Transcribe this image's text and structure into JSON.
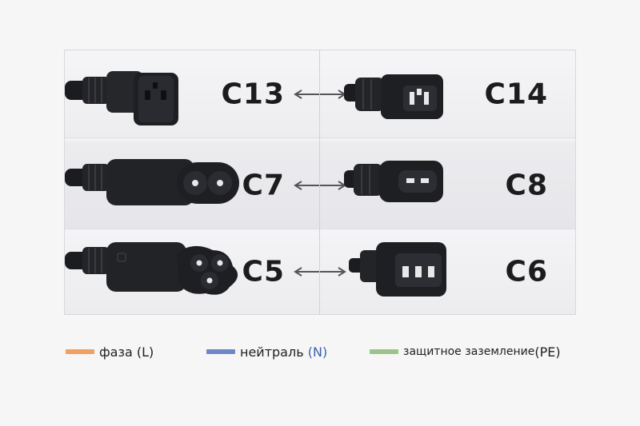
{
  "rows": [
    {
      "left": {
        "label": "C13",
        "icon": "c13-connector-icon"
      },
      "right": {
        "label": "C14",
        "icon": "c14-connector-icon"
      }
    },
    {
      "left": {
        "label": "C7",
        "icon": "c7-connector-icon"
      },
      "right": {
        "label": "C8",
        "icon": "c8-connector-icon"
      }
    },
    {
      "left": {
        "label": "C5",
        "icon": "c5-connector-icon"
      },
      "right": {
        "label": "C6",
        "icon": "c6-connector-icon"
      }
    }
  ],
  "legend": [
    {
      "text": "фаза",
      "code": "(L)",
      "color": "#f0a060"
    },
    {
      "text": "нейтраль",
      "code": "(N)",
      "color": "#6f87c9",
      "code_color": "#3a5fb0"
    },
    {
      "text": "защитное заземление",
      "code": "(PE)",
      "color": "#9cc48a"
    }
  ],
  "colors": {
    "connector": "#1f2023",
    "connector_edge": "#3a3b40",
    "arrow": "#555559"
  }
}
